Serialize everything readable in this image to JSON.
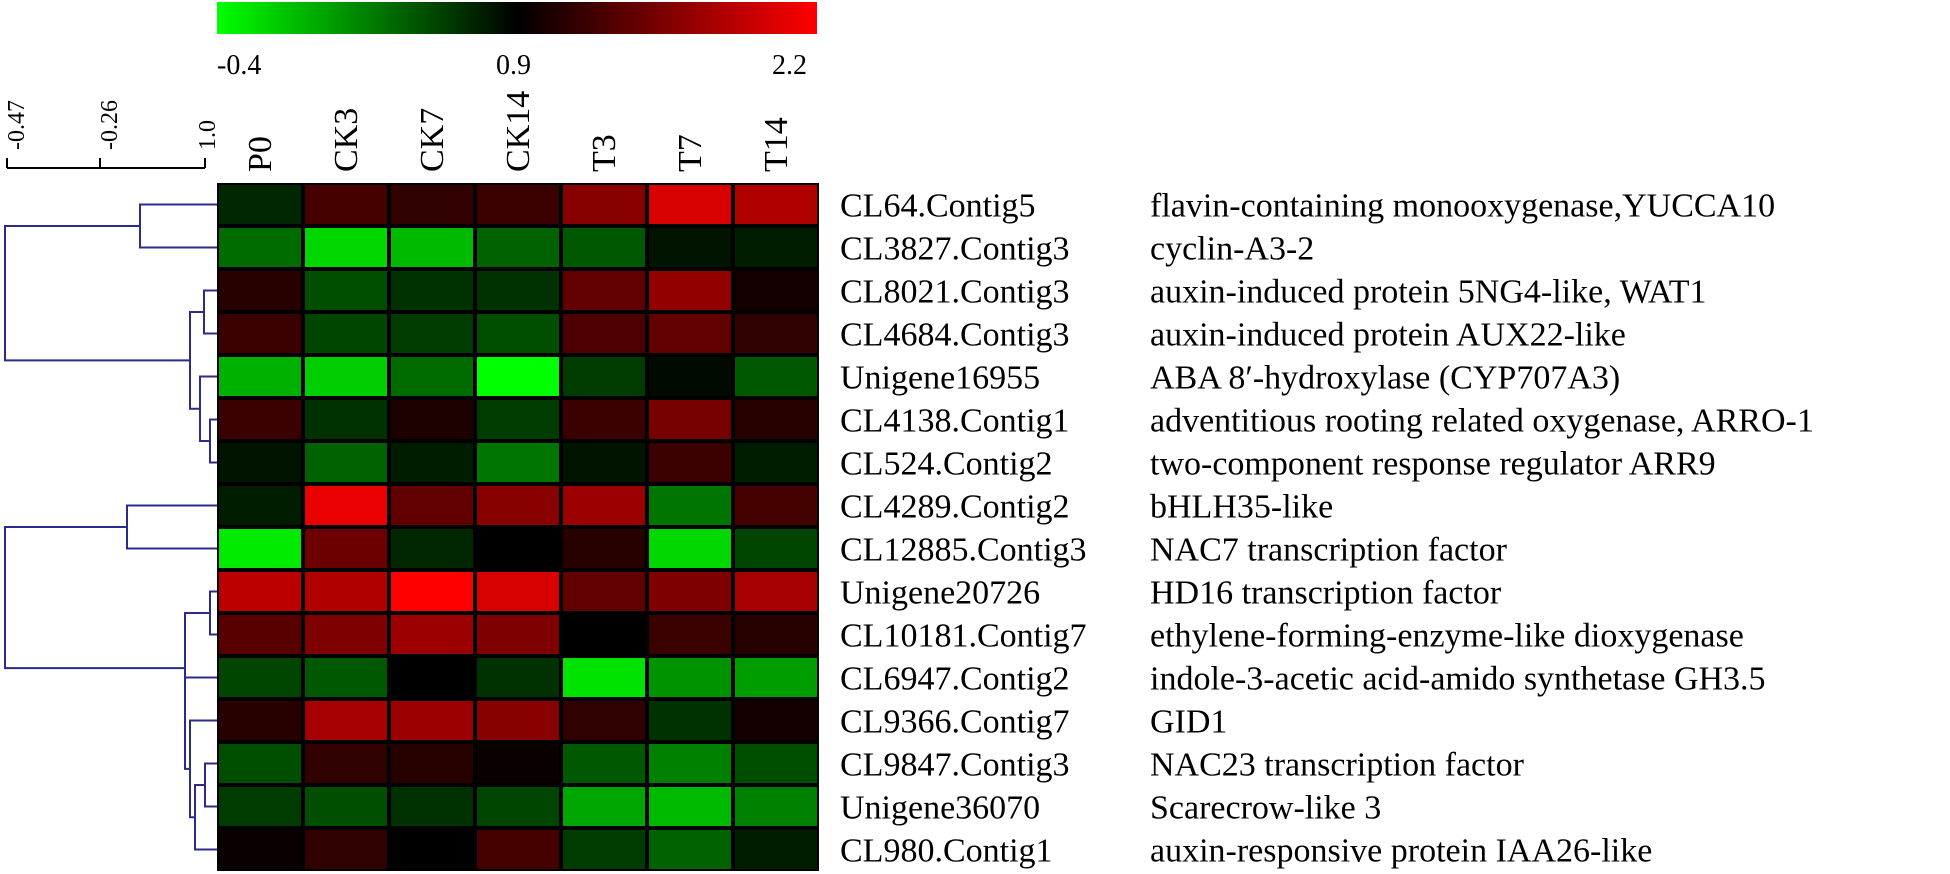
{
  "chart_data": {
    "type": "heatmap",
    "colorbar": {
      "min_label": "-0.4",
      "mid_label": "0.9",
      "max_label": "2.2",
      "min": -0.4,
      "mid": 0.9,
      "max": 2.2,
      "low_color": "#00ff00",
      "mid_color": "#000000",
      "high_color": "#ff0000"
    },
    "dendrogram_scale": {
      "labels": [
        "-0.47",
        "-0.26",
        "1.0"
      ]
    },
    "columns": [
      "P0",
      "CK3",
      "CK7",
      "CK14",
      "T3",
      "T7",
      "T14"
    ],
    "rows": [
      {
        "id": "CL64.Contig5",
        "annotation": "flavin-containing monooxygenase,YUCCA10",
        "values": [
          0.7,
          1.25,
          1.15,
          1.2,
          1.6,
          2.0,
          1.8
        ]
      },
      {
        "id": "CL3827.Contig3",
        "annotation": "cyclin-A3-2",
        "values": [
          0.35,
          -0.2,
          -0.05,
          0.4,
          0.45,
          0.8,
          0.75
        ]
      },
      {
        "id": "CL8021.Contig3",
        "annotation": "auxin-induced protein 5NG4-like, WAT1",
        "values": [
          1.1,
          0.5,
          0.65,
          0.65,
          1.4,
          1.65,
          1.0
        ]
      },
      {
        "id": "CL4684.Contig3",
        "annotation": "auxin-induced protein AUX22-like",
        "values": [
          1.2,
          0.55,
          0.6,
          0.5,
          1.3,
          1.4,
          1.15
        ]
      },
      {
        "id": "Unigene16955",
        "annotation": "ABA 8′-hydroxylase (CYP707A3)",
        "values": [
          0.0,
          -0.15,
          0.35,
          -0.4,
          0.6,
          0.85,
          0.45
        ]
      },
      {
        "id": "CL4138.Contig1",
        "annotation": "adventitious rooting related oxygenase, ARRO-1",
        "values": [
          1.2,
          0.65,
          1.05,
          0.6,
          1.2,
          1.5,
          1.1
        ]
      },
      {
        "id": "CL524.Contig2",
        "annotation": "two-component response regulator ARR9",
        "values": [
          0.8,
          0.4,
          0.75,
          0.3,
          0.8,
          1.2,
          0.75
        ]
      },
      {
        "id": "CL4289.Contig2",
        "annotation": "bHLH35-like",
        "values": [
          0.75,
          2.1,
          1.4,
          1.6,
          1.7,
          0.3,
          1.25
        ]
      },
      {
        "id": "CL12885.Contig3",
        "annotation": "NAC7 transcription factor",
        "values": [
          -0.3,
          1.45,
          0.7,
          0.9,
          1.1,
          -0.2,
          0.55
        ]
      },
      {
        "id": "Unigene20726",
        "annotation": "HD16 transcription factor",
        "values": [
          1.85,
          1.8,
          2.2,
          2.0,
          1.4,
          1.55,
          1.75
        ]
      },
      {
        "id": "CL10181.Contig7",
        "annotation": "ethylene-forming-enzyme-like dioxygenase",
        "values": [
          1.35,
          1.55,
          1.7,
          1.55,
          0.9,
          1.2,
          1.1
        ]
      },
      {
        "id": "CL6947.Contig2",
        "annotation": "indole-3-acetic acid-amido synthetase GH3.5",
        "values": [
          0.55,
          0.45,
          0.9,
          0.65,
          -0.25,
          0.15,
          0.1
        ]
      },
      {
        "id": "CL9366.Contig7",
        "annotation": "GID1",
        "values": [
          1.1,
          1.75,
          1.7,
          1.6,
          1.15,
          0.65,
          1.0
        ]
      },
      {
        "id": "CL9847.Contig3",
        "annotation": "NAC23 transcription factor",
        "values": [
          0.5,
          1.15,
          1.1,
          0.95,
          0.45,
          0.25,
          0.5
        ]
      },
      {
        "id": "Unigene36070",
        "annotation": "Scarecrow-like 3",
        "values": [
          0.6,
          0.5,
          0.65,
          0.55,
          0.05,
          -0.05,
          0.25
        ]
      },
      {
        "id": "CL980.Contig1",
        "annotation": "auxin-responsive protein IAA26-like",
        "values": [
          0.95,
          1.15,
          0.9,
          1.25,
          0.6,
          0.4,
          0.75
        ]
      }
    ],
    "dendrogram_color": "#2b2b8c"
  }
}
